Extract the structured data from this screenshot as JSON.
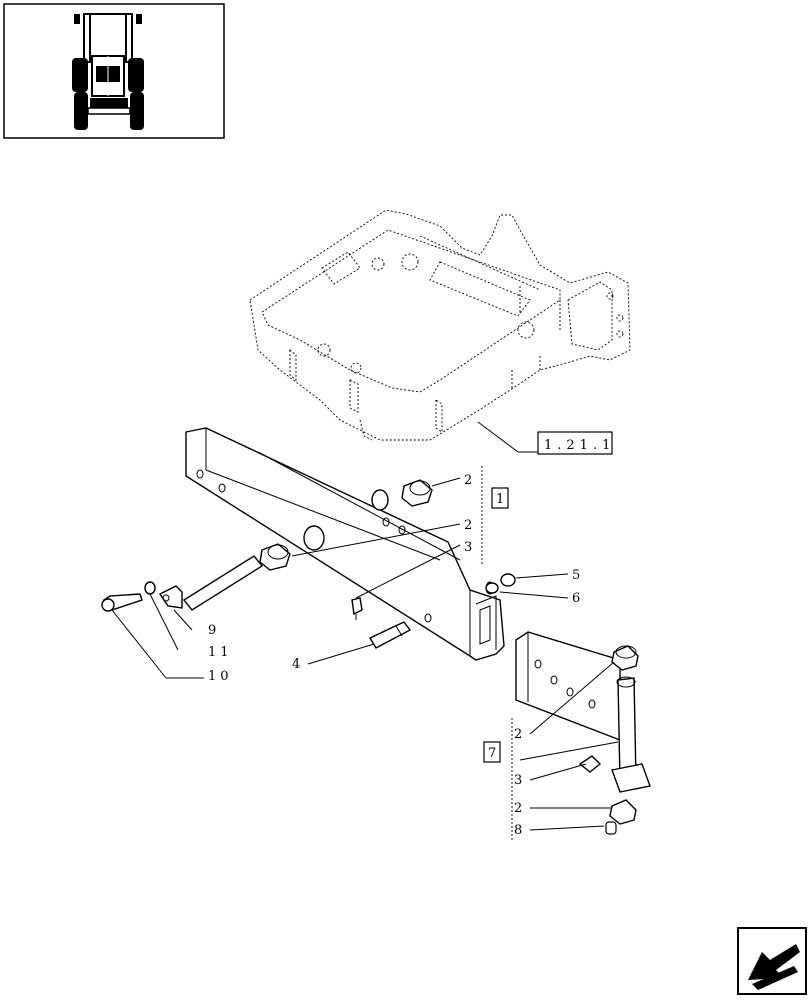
{
  "reference_box": {
    "label": "1.21.1"
  },
  "group_boxes": [
    {
      "id": "group-1",
      "label": "1"
    },
    {
      "id": "group-7",
      "label": "7"
    }
  ],
  "callouts": [
    {
      "id": "c2a",
      "label": "2"
    },
    {
      "id": "c2b",
      "label": "2"
    },
    {
      "id": "c3a",
      "label": "3"
    },
    {
      "id": "c5",
      "label": "5"
    },
    {
      "id": "c6",
      "label": "6"
    },
    {
      "id": "c9",
      "label": "9"
    },
    {
      "id": "c11",
      "label": "11"
    },
    {
      "id": "c10",
      "label": "10"
    },
    {
      "id": "c4",
      "label": "4"
    },
    {
      "id": "c2c",
      "label": "2"
    },
    {
      "id": "c3b",
      "label": "3"
    },
    {
      "id": "c2d",
      "label": "2"
    },
    {
      "id": "c8",
      "label": "8"
    }
  ],
  "icons": {
    "thumbnail": "tractor-front-view-icon",
    "navigation": "back-arrow-icon"
  }
}
